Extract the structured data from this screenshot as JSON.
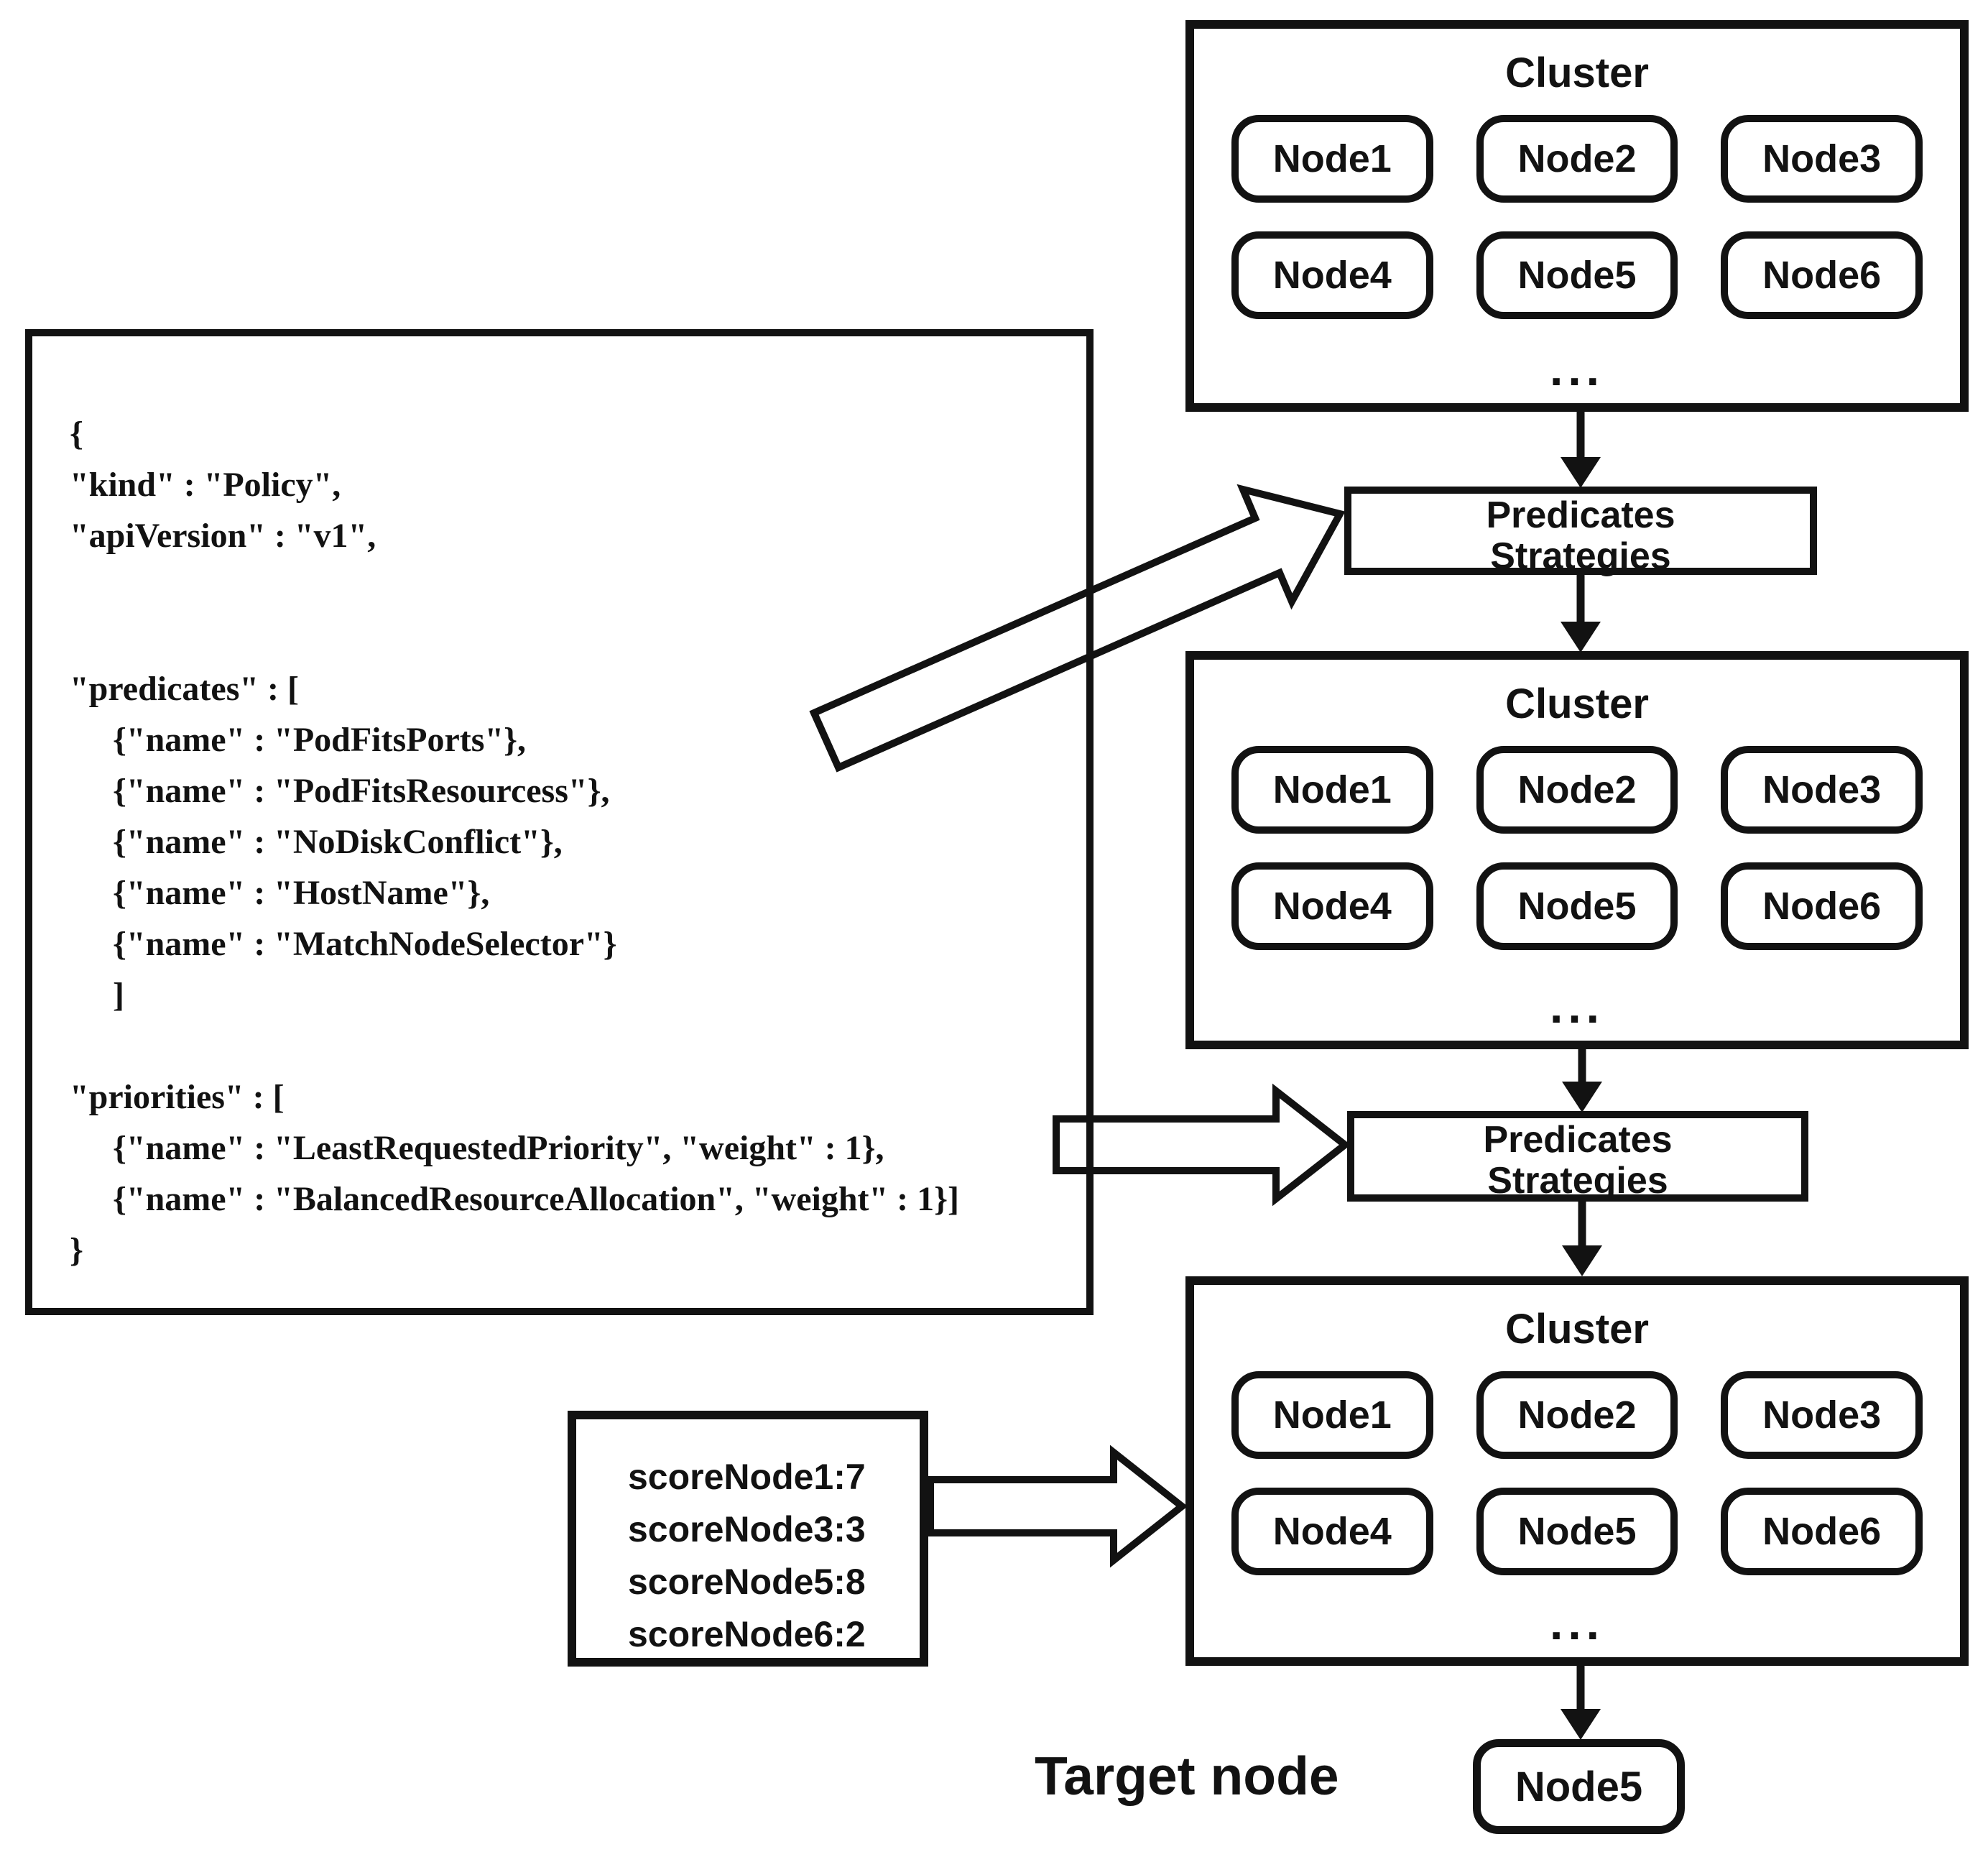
{
  "colors": {
    "ink": "#121212",
    "background": "#ffffff"
  },
  "policy": {
    "lines": [
      "{",
      "\"kind\" : \"Policy\",",
      "\"apiVersion\" : \"v1\",",
      "",
      "",
      "\"predicates\" : [",
      "     {\"name\" : \"PodFitsPorts\"},",
      "     {\"name\" : \"PodFitsResourcess\"},",
      "     {\"name\" : \"NoDiskConflict\"},",
      "     {\"name\" : \"HostName\"},",
      "     {\"name\" : \"MatchNodeSelector\"}",
      "     ]",
      "",
      "\"priorities\" : [",
      "     {\"name\" : \"LeastRequestedPriority\", \"weight\" : 1},",
      "     {\"name\" : \"BalancedResourceAllocation\", \"weight\" : 1}]",
      "}"
    ]
  },
  "clusters": [
    {
      "title": "Cluster",
      "nodes": [
        "Node1",
        "Node2",
        "Node3",
        "Node4",
        "Node5",
        "Node6"
      ],
      "ellipsis": "..."
    },
    {
      "title": "Cluster",
      "nodes": [
        "Node1",
        "Node2",
        "Node3",
        "Node4",
        "Node5",
        "Node6"
      ],
      "ellipsis": "..."
    },
    {
      "title": "Cluster",
      "nodes": [
        "Node1",
        "Node2",
        "Node3",
        "Node4",
        "Node5",
        "Node6"
      ],
      "ellipsis": "..."
    }
  ],
  "predicates_boxes": [
    {
      "line1": "Predicates",
      "line2": "Strategies"
    },
    {
      "line1": "Predicates",
      "line2": "Strategies"
    }
  ],
  "score_box": {
    "lines": [
      "scoreNode1:7",
      "scoreNode3:3",
      "scoreNode5:8",
      "scoreNode6:2"
    ]
  },
  "target": {
    "label": "Target node",
    "node": "Node5"
  }
}
